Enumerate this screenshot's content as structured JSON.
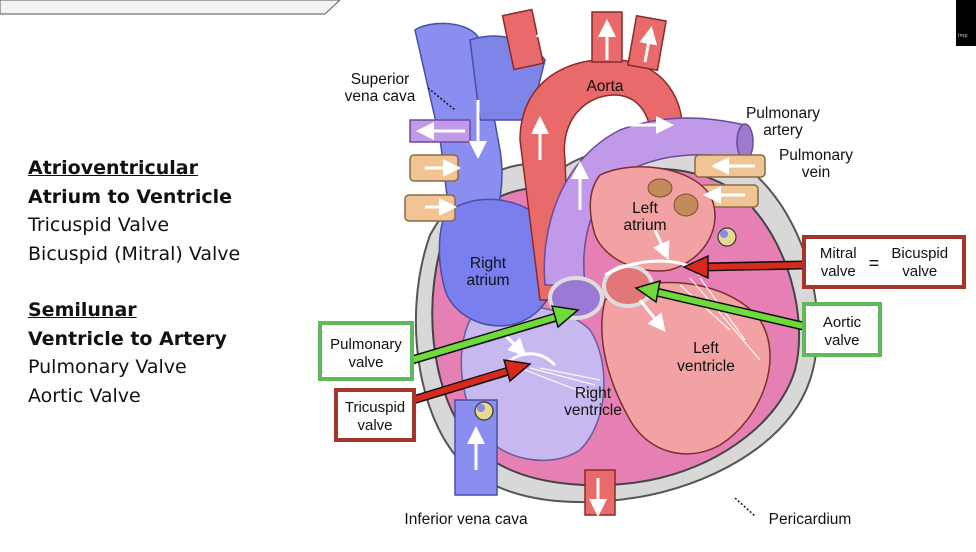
{
  "notes": {
    "av_heading": "Atrioventricular",
    "av_sub": "Atrium to Ventricle",
    "av_item1": "Tricuspid Valve",
    "av_item2": "Bicuspid (Mitral) Valve",
    "sl_heading": "Semilunar",
    "sl_sub": "Ventricle to Artery",
    "sl_item1": "Pulmonary Valve",
    "sl_item2": "Aortic Valve"
  },
  "labels": {
    "svc1": "Superior",
    "svc2": "vena  cava",
    "aorta": "Aorta",
    "pa1": "Pulmonary",
    "pa2": "artery",
    "pv1": "Pulmonary",
    "pv2": "vein",
    "la1": "Left",
    "la2": "atrium",
    "ra1": "Right",
    "ra2": "atrium",
    "lv1": "Left",
    "lv2": "ventricle",
    "rv1": "Right",
    "rv2": "ventricle",
    "ivc": "Inferior vena cava",
    "peri": "Pericardium"
  },
  "callouts": {
    "mitral1": "Mitral",
    "mitral2": "valve",
    "equals": "=",
    "bicuspid1": "Bicuspid",
    "bicuspid2": "valve",
    "aortic1": "Aortic",
    "aortic2": "valve",
    "pulmonary1": "Pulmonary",
    "pulmonary2": "valve",
    "tricuspid1": "Tricuspid",
    "tricuspid2": "valve"
  },
  "colors": {
    "red_box": "#a3352b",
    "green_box": "#5fb85a",
    "red_arrow": "#d8291e",
    "green_arrow": "#6fdb3a"
  }
}
